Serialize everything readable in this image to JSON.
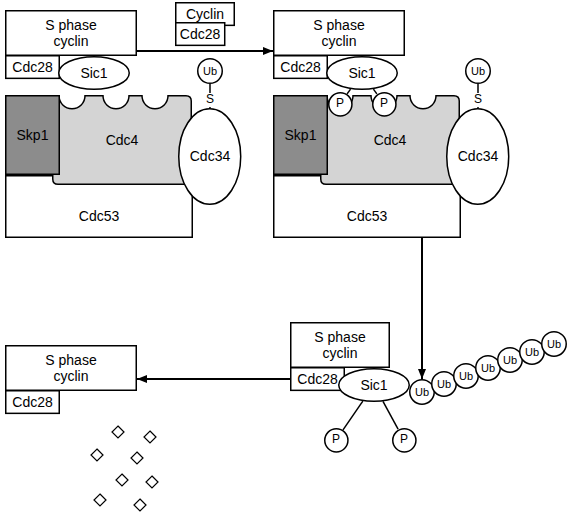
{
  "diagram": {
    "nodes": [
      {
        "text": [
          "S phase cyclin"
        ]
      },
      {
        "text": [
          "Cdc28"
        ]
      },
      {
        "text": [
          "Sic1"
        ]
      },
      {
        "text": [
          "Skp1"
        ]
      },
      {
        "text": [
          "Cdc4"
        ]
      },
      {
        "text": [
          "Cdc34"
        ]
      },
      {
        "text": [
          "Ub"
        ]
      },
      {
        "text": [
          "Cdc53"
        ]
      },
      {
        "text": [
          "Cyclin"
        ]
      },
      {
        "text": [
          "Cdc28"
        ]
      },
      {
        "text": [
          "S phase cyclin"
        ]
      },
      {
        "text": [
          "Cdc28"
        ]
      },
      {
        "text": [
          "Sic1"
        ]
      },
      {
        "text": [
          "P"
        ]
      },
      {
        "text": [
          "P"
        ]
      },
      {
        "text": [
          "Skp1"
        ]
      },
      {
        "text": [
          "Cdc4"
        ]
      },
      {
        "text": [
          "Cdc34"
        ]
      },
      {
        "text": [
          "Ub"
        ]
      },
      {
        "text": [
          "Cdc53"
        ]
      },
      {
        "text": [
          "S phase cyclin"
        ]
      },
      {
        "text": [
          "Cdc28"
        ]
      },
      {
        "text": [
          "S phase cyclin"
        ]
      },
      {
        "text": [
          "Cdc28"
        ]
      },
      {
        "text": [
          "Sic1"
        ]
      },
      {
        "text": [
          "Ub"
        ]
      },
      {
        "text": [
          "Ub"
        ]
      },
      {
        "text": [
          "Ub"
        ]
      },
      {
        "text": [
          "Ub"
        ]
      },
      {
        "text": [
          "Ub"
        ]
      },
      {
        "text": [
          "Ub"
        ]
      },
      {
        "text": [
          "Ub"
        ]
      },
      {
        "text": [
          "P"
        ]
      },
      {
        "text": [
          "P"
        ]
      }
    ],
    "edges": [
      {
        "from": 0,
        "to": 10,
        "arrow": "to"
      },
      {
        "from": 19,
        "to": 25,
        "arrow": "to"
      },
      {
        "from": 23,
        "to": 20,
        "arrow": "to"
      },
      {
        "from": 6,
        "to": 5,
        "label": "S",
        "arrow": "none"
      },
      {
        "from": 18,
        "to": 17,
        "label": "S",
        "arrow": "none"
      },
      {
        "from": 12,
        "to": 13,
        "arrow": "none"
      },
      {
        "from": 12,
        "to": 14,
        "arrow": "none"
      },
      {
        "from": 24,
        "to": 32,
        "arrow": "none"
      },
      {
        "from": 24,
        "to": 33,
        "arrow": "none"
      }
    ]
  }
}
